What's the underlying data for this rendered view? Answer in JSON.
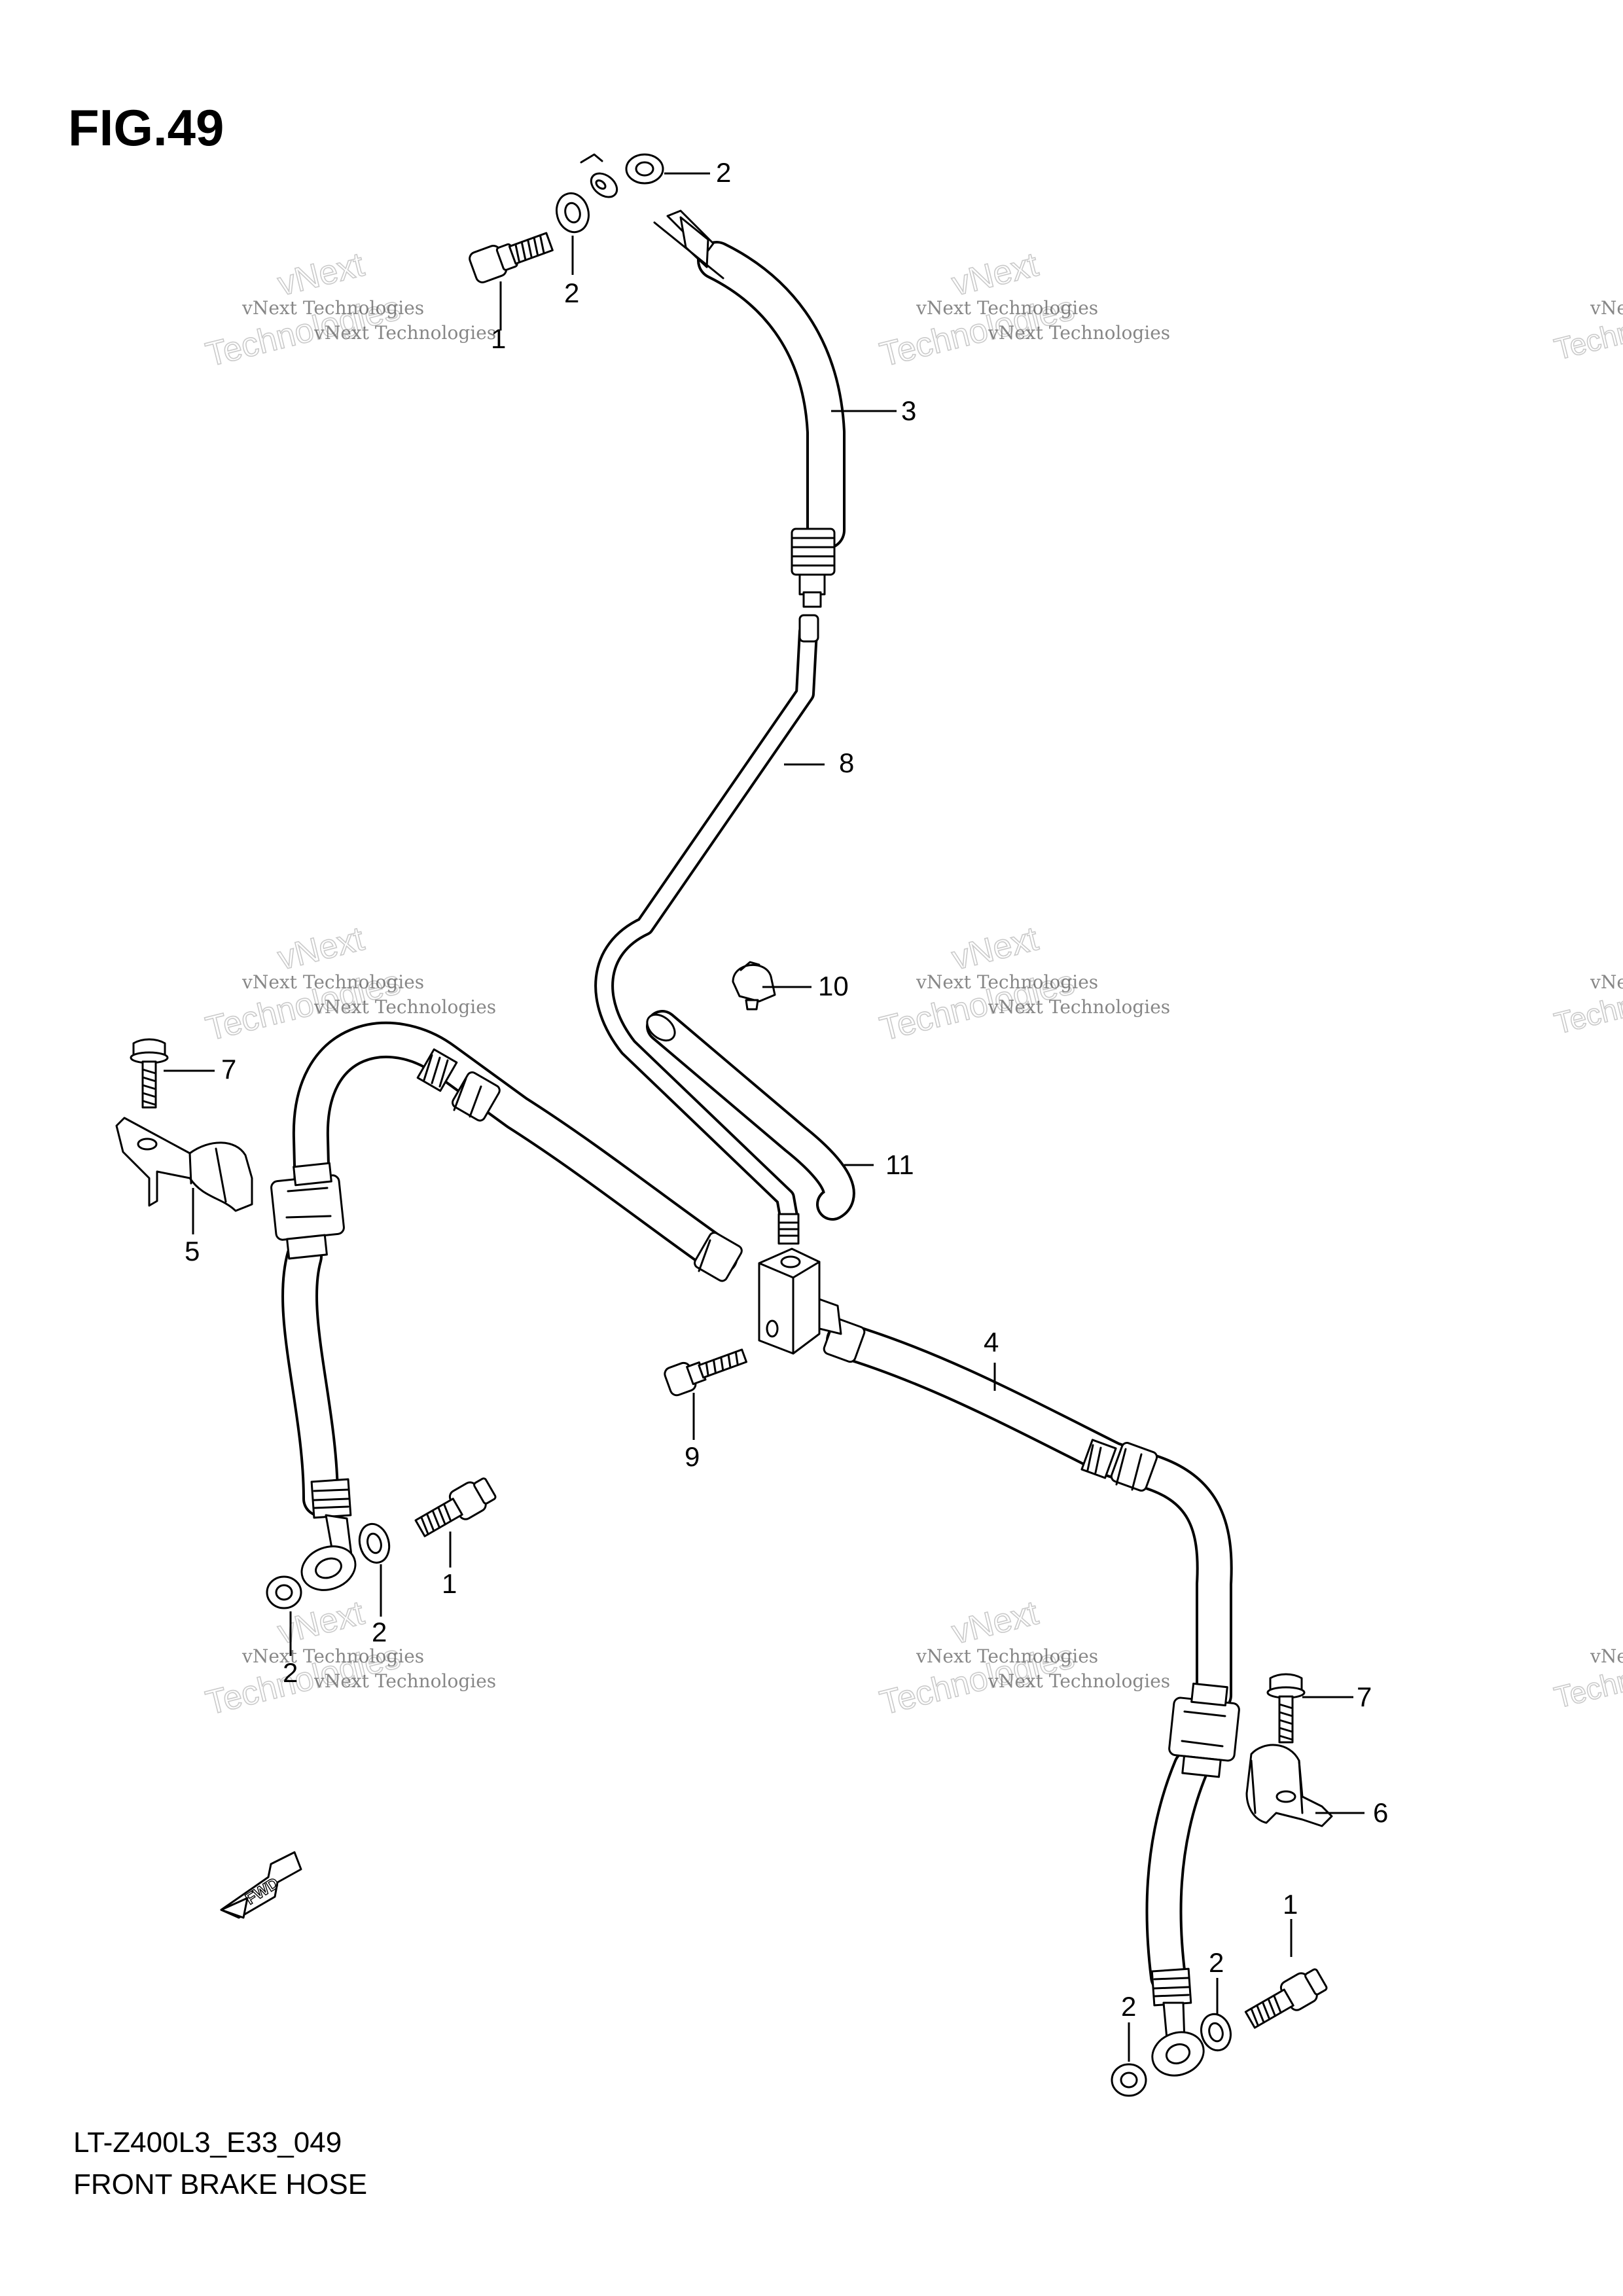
{
  "figure": {
    "title": "FIG.49",
    "model_code": "LT-Z400L3_E33_049",
    "name": "FRONT BRAKE HOSE"
  },
  "watermark": {
    "small": "vNext Technologies",
    "big_top": "vNext",
    "big_bottom": "Technologies"
  },
  "direction_label": "FWD",
  "callouts": [
    {
      "id": "c1a",
      "label": "1"
    },
    {
      "id": "c2a",
      "label": "2"
    },
    {
      "id": "c2b",
      "label": "2"
    },
    {
      "id": "c3",
      "label": "3"
    },
    {
      "id": "c8",
      "label": "8"
    },
    {
      "id": "c10",
      "label": "10"
    },
    {
      "id": "c7a",
      "label": "7"
    },
    {
      "id": "c5",
      "label": "5"
    },
    {
      "id": "c11",
      "label": "11"
    },
    {
      "id": "c4",
      "label": "4"
    },
    {
      "id": "c9",
      "label": "9"
    },
    {
      "id": "c1b",
      "label": "1"
    },
    {
      "id": "c2c",
      "label": "2"
    },
    {
      "id": "c2d",
      "label": "2"
    },
    {
      "id": "c7b",
      "label": "7"
    },
    {
      "id": "c6",
      "label": "6"
    },
    {
      "id": "c1c",
      "label": "1"
    },
    {
      "id": "c2e",
      "label": "2"
    },
    {
      "id": "c2f",
      "label": "2"
    }
  ],
  "parts": [
    {
      "key": "1",
      "icon": "union-bolt-icon"
    },
    {
      "key": "2",
      "icon": "gasket-washer-icon"
    },
    {
      "key": "3",
      "icon": "brake-hose-icon"
    },
    {
      "key": "4",
      "icon": "brake-hose-icon"
    },
    {
      "key": "5",
      "icon": "hose-clamp-bracket-icon"
    },
    {
      "key": "6",
      "icon": "hose-clamp-bracket-icon"
    },
    {
      "key": "7",
      "icon": "flange-bolt-icon"
    },
    {
      "key": "8",
      "icon": "brake-pipe-icon"
    },
    {
      "key": "9",
      "icon": "flange-bolt-icon"
    },
    {
      "key": "10",
      "icon": "hose-clip-icon"
    },
    {
      "key": "11",
      "icon": "protector-sleeve-icon"
    }
  ]
}
